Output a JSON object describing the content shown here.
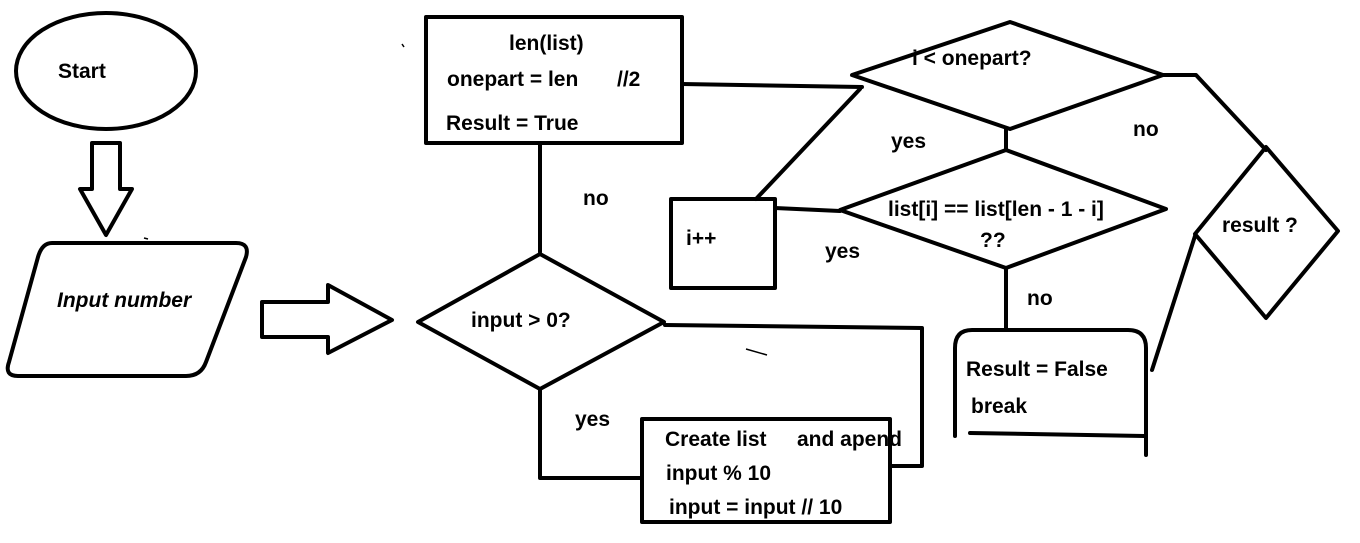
{
  "nodes": {
    "start": {
      "label": "Start"
    },
    "input_number": {
      "label": "Input number"
    },
    "init_box": {
      "line1": "len(list)",
      "line2": "onepart = len",
      "line3": "//2",
      "line4": "Result = True"
    },
    "input_check": {
      "label": "input > 0?"
    },
    "create_list": {
      "line1": "Create list",
      "line2": "and apend",
      "line3": "input % 10",
      "line4": "input = input // 10"
    },
    "i_check": {
      "label": "i < onepart?"
    },
    "compare": {
      "line1": "list[i] == list[len - 1 - i]",
      "line2": "??"
    },
    "increment": {
      "label": "i++"
    },
    "result_false": {
      "line1": "Result = False",
      "line2": "break"
    },
    "result_check": {
      "label": "result ?"
    }
  },
  "edge_labels": {
    "input_no": "no",
    "input_yes": "yes",
    "i_yes": "yes",
    "i_no": "no",
    "compare_yes": "yes",
    "compare_no": "no"
  }
}
